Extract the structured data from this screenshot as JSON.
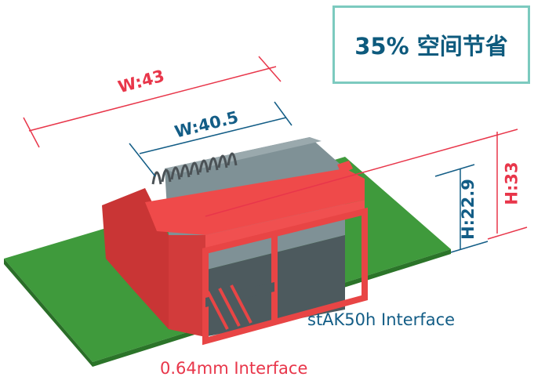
{
  "badge": {
    "text": "35% 空间节省"
  },
  "dimensions": {
    "outer_width": "W:43",
    "inner_width": "W:40.5",
    "outer_height": "H:33",
    "inner_height": "H:22.9"
  },
  "labels": {
    "new_interface": "stAK50h Interface",
    "old_interface": "0.64mm Interface"
  },
  "colors": {
    "red": "#e8364a",
    "blue": "#135d86",
    "board": "#3d8f3a",
    "housing": "#e84545",
    "module": "#7f9196",
    "frame": "#7ccabf"
  }
}
